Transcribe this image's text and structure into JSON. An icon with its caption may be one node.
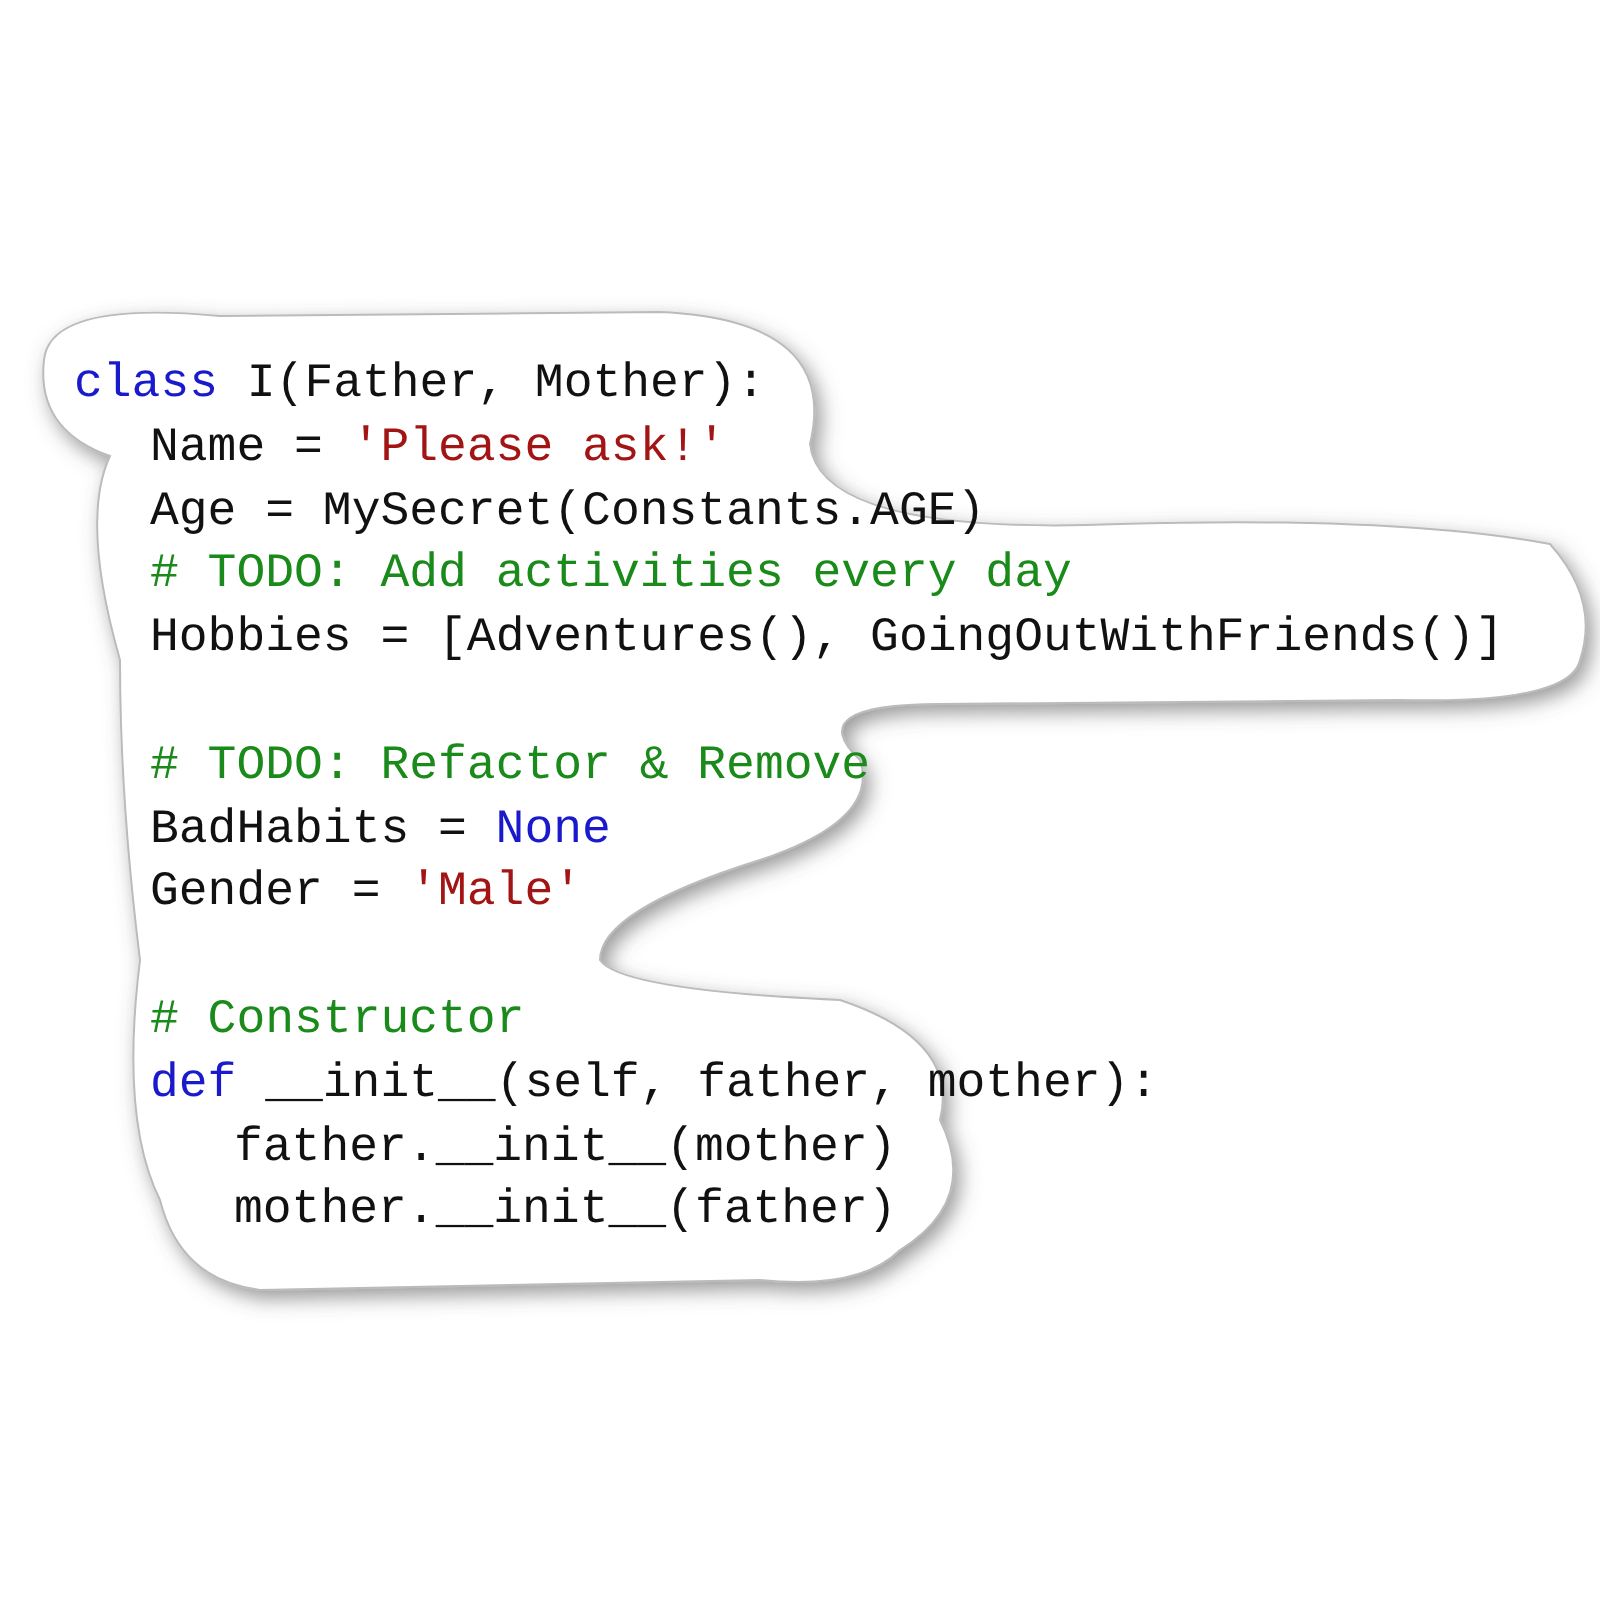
{
  "diagram": {
    "labels": [
      "class",
      "I(Father, Mother):",
      "Name =",
      "'Please ask!'",
      "Age = MySecret(Constants.AGE)",
      "# TODO: Add activities every day",
      "Hobbies = [Adventures(), GoingOutWithFriends()]",
      "# TODO: Refactor & Remove",
      "BadHabits =",
      "None",
      "Gender =",
      "'Male'",
      "# Constructor",
      "def",
      "__init__(self, father, mother):",
      "father.__init__(mother)",
      "mother.__init__(father)"
    ]
  }
}
